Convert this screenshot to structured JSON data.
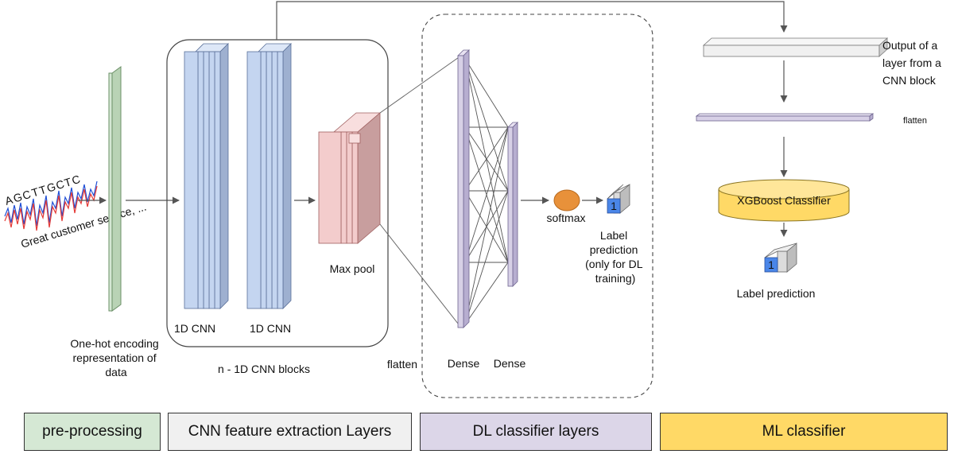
{
  "inputs": {
    "dna_sequence": [
      "A",
      "G",
      "C",
      "T",
      "T",
      "G",
      "C",
      "T",
      "C"
    ],
    "dna_colors": [
      "#2e7d32",
      "#f4b400",
      "#1565c0",
      "#c62828",
      "#c62828",
      "#2e7d32",
      "#1565c0",
      "#c62828",
      "#1565c0"
    ],
    "text_snippet": "Great customer service, ..."
  },
  "labels": {
    "onehot": [
      "One-hot encoding",
      "representation of",
      "data"
    ],
    "cnn1": "1D CNN",
    "cnn2": "1D CNN",
    "maxpool": "Max pool",
    "cnn_blocks": "n - 1D CNN blocks",
    "flatten_left": "flatten",
    "dense1": "Dense",
    "dense2": "Dense",
    "softmax": "softmax",
    "label_pred_dl": [
      "Label",
      "prediction",
      "(only for DL",
      "training)"
    ],
    "output_layer": [
      "Output of a",
      "layer from a",
      "CNN block"
    ],
    "flatten_right": "flatten",
    "xgboost": "XGBoost Classifier",
    "label_pred_ml": "Label prediction",
    "class_badge": "1"
  },
  "legend": [
    {
      "label": "pre-processing",
      "color": "#d5e8d4"
    },
    {
      "label": "CNN feature extraction Layers",
      "color": "#f0f0f0"
    },
    {
      "label": "DL classifier layers",
      "color": "#dcd6e8"
    },
    {
      "label": "ML classifier",
      "color": "#ffd966"
    }
  ],
  "colors": {
    "preprocessing_layer": "#d5e8d4",
    "cnn_layer": "#c4d5f0",
    "maxpool_layer": "#f3cccc",
    "dense_layer": "#d7d0e6",
    "softmax_node": "#e8913a",
    "xgboost": "#ffd966",
    "label_blue": "#4a86e8"
  }
}
